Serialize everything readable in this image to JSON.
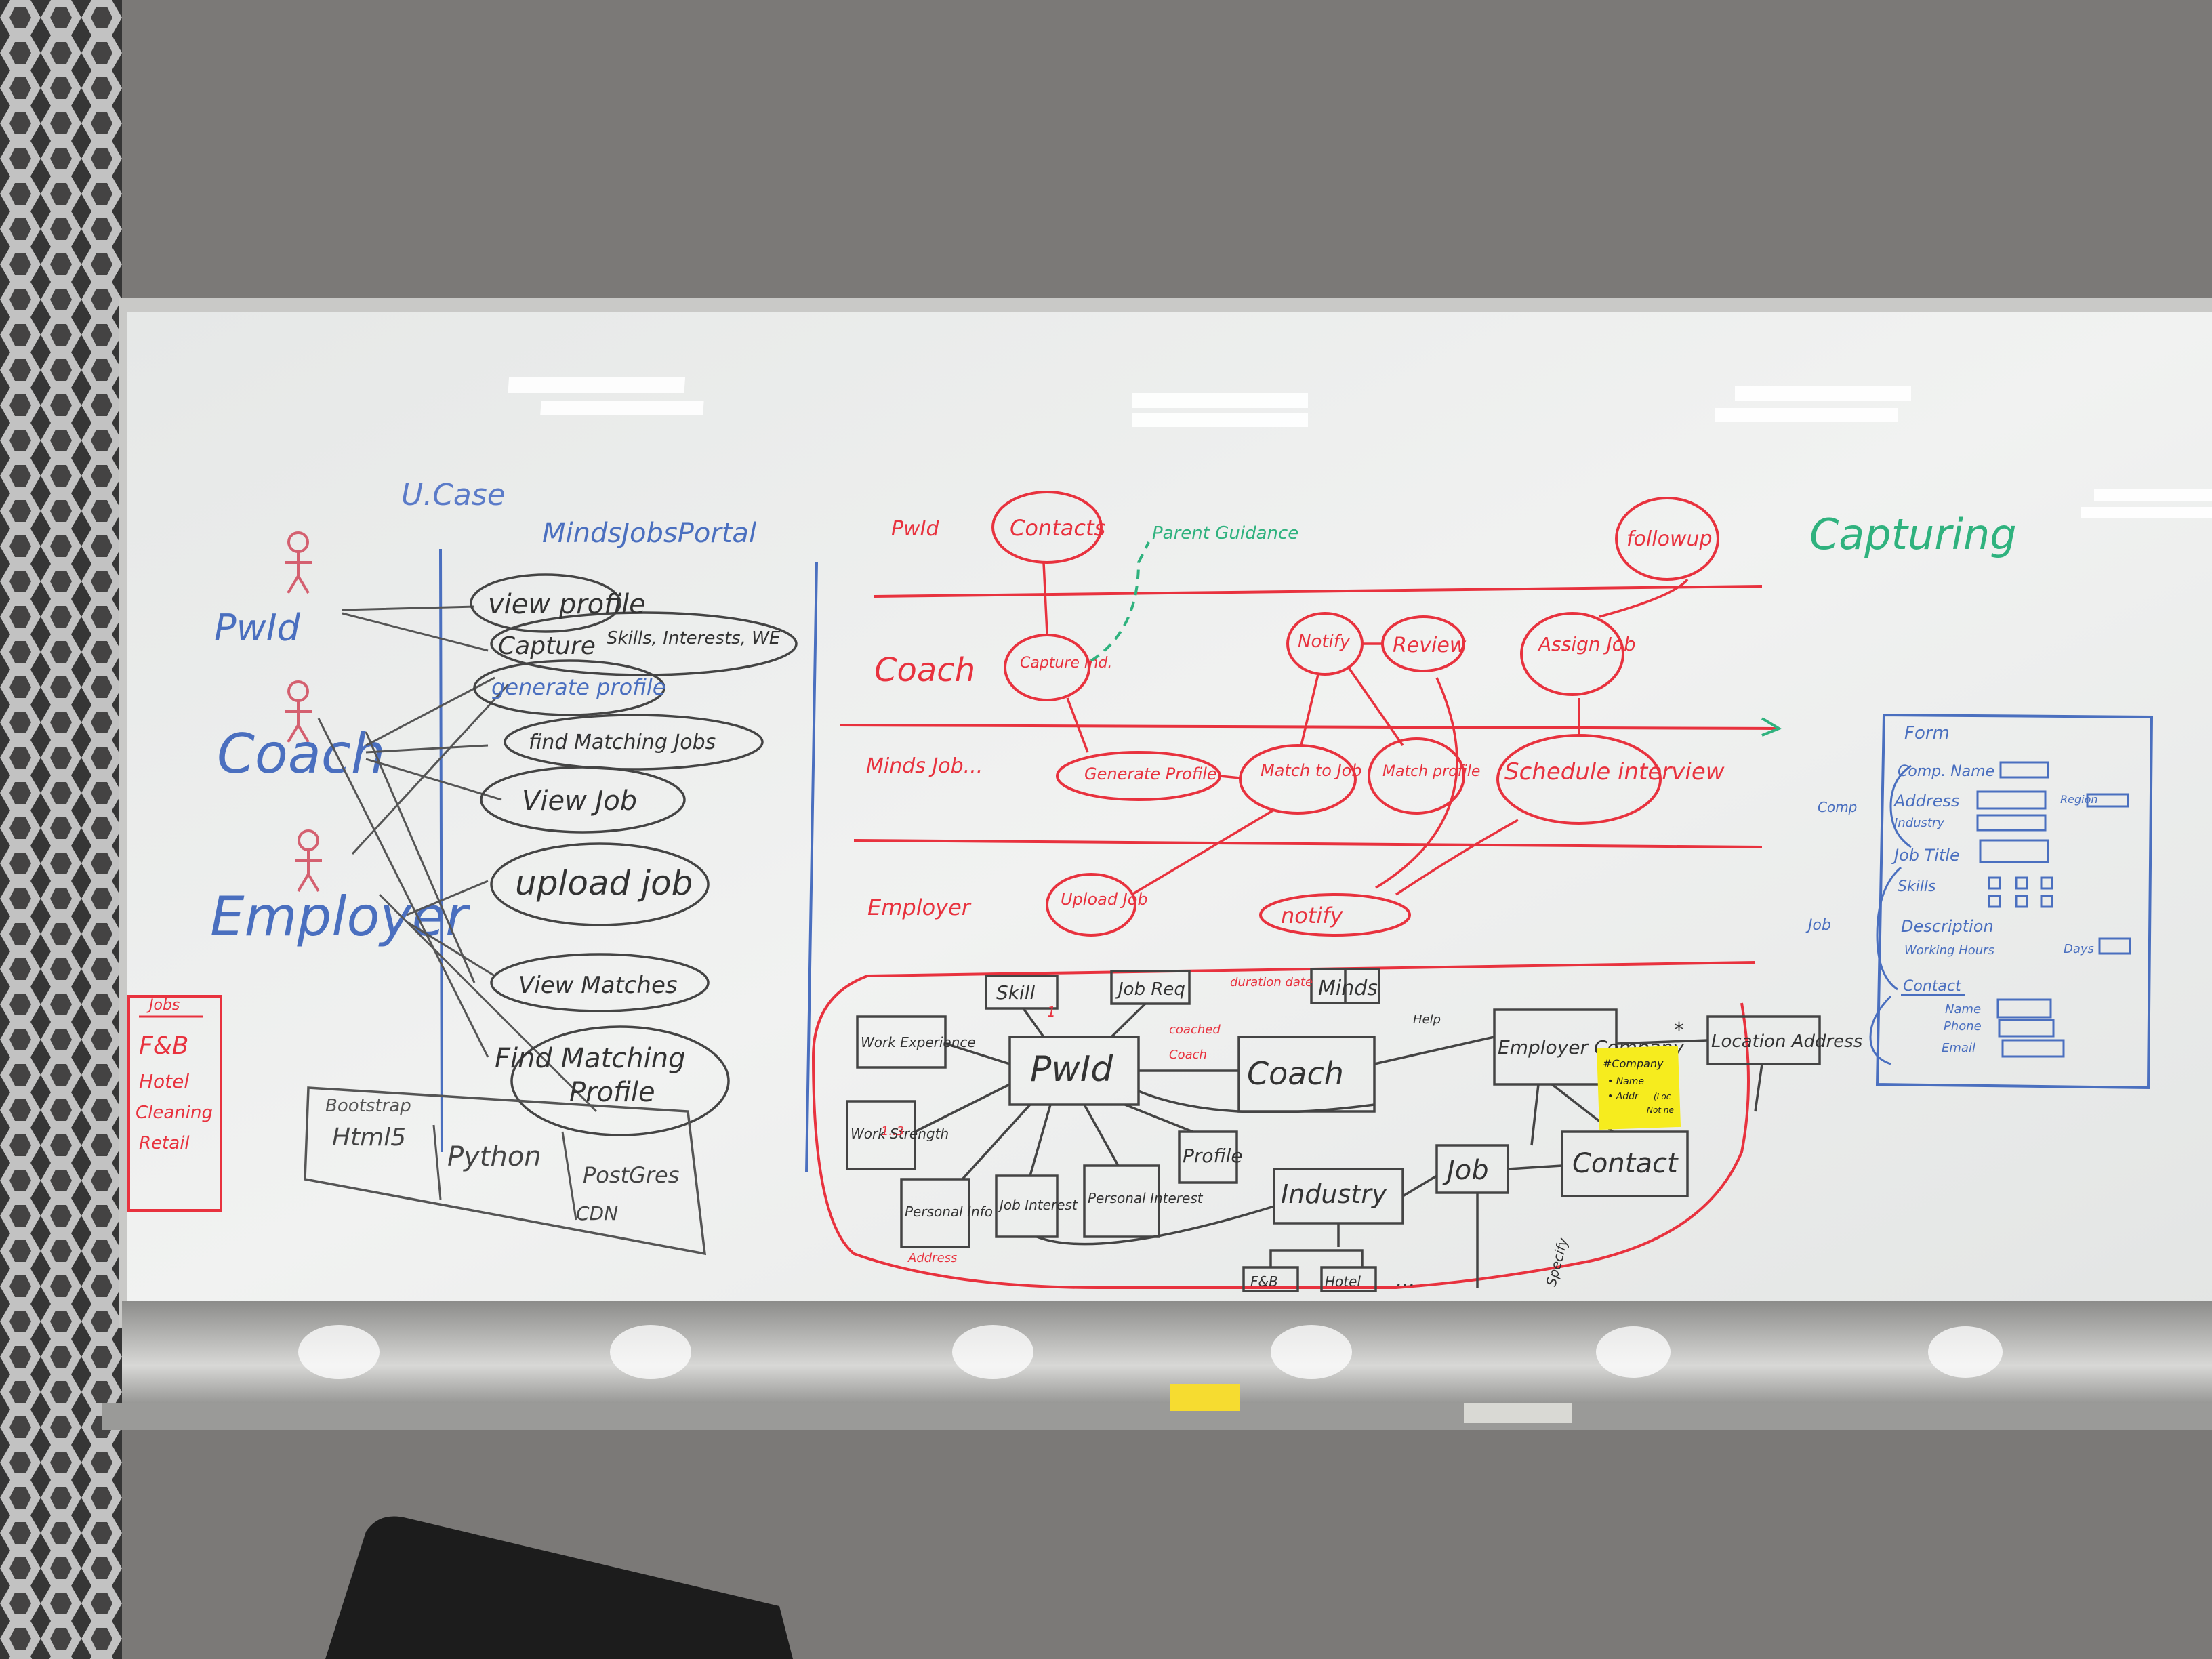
{
  "colors": {
    "wall": "#7d7b79",
    "board": "#eef0ef",
    "frame": "#c9c9c7",
    "blue_marker": "#4a6fbf",
    "black_marker": "#3c3c3c",
    "red_marker": "#e8323e",
    "green_marker": "#2fb27e",
    "sticky_note": "#f6ec1e"
  },
  "use_case": {
    "title": "U.Case",
    "system": "MindsJobsPortal",
    "actors": [
      "PwId",
      "Coach",
      "Employer"
    ],
    "cases": [
      "view profile",
      "Capture",
      "Skills, Interests, WE",
      "generate profile",
      "find Matching Jobs",
      "View Job",
      "upload job",
      "View Matches",
      "Find Matching",
      "Profile"
    ],
    "tech_header": "Bootstrap",
    "tech": [
      "Html5",
      "Python",
      "PostGres",
      "CDN"
    ]
  },
  "jobs_box": {
    "title": "Jobs",
    "items": [
      "F&B",
      "Hotel",
      "Cleaning",
      "Retail"
    ]
  },
  "process": {
    "lanes": [
      "PwId",
      "Coach",
      "Minds Job...",
      "Employer"
    ],
    "nodes": [
      "Contacts",
      "Parent Guidance",
      "Capture Ind.",
      "Notify",
      "Review",
      "Assign Job",
      "followup",
      "Generate Profile",
      "Match to Job",
      "Match profile",
      "Schedule interview",
      "Upload Job",
      "notify"
    ],
    "capturing": "Capturing"
  },
  "er": {
    "entities": [
      "Skill",
      "Job Req",
      "Minds",
      "Work Experience",
      "PwId",
      "Coach",
      "Employer Company",
      "Location Address",
      "Work Strength",
      "Profile",
      "Personal Info",
      "Job Interest",
      "Personal Interest",
      "Industry",
      "Job",
      "Contact",
      "F&B",
      "Hotel",
      "..."
    ],
    "labels": [
      "duration date",
      "coached",
      "Coach",
      "Help",
      "Address",
      "Specify",
      "1..3",
      "1",
      "*"
    ],
    "sticky": [
      "#Company",
      "• Name",
      "• Addr",
      "(Loc",
      "Not ne"
    ]
  },
  "form": {
    "title": "Form",
    "section_comp": "Comp",
    "section_job": "Job",
    "fields": [
      "Comp. Name",
      "Address",
      "Industry",
      "Job Title",
      "Skills",
      "Description",
      "Working Hours",
      "Days"
    ],
    "region": "Region",
    "contact_header": "Contact",
    "contact_fields": [
      "Name",
      "Phone",
      "Email"
    ]
  }
}
